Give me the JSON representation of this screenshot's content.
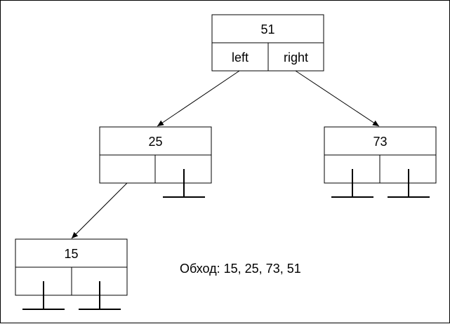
{
  "diagram": {
    "nodes": [
      {
        "id": "n51",
        "value": "51",
        "left_label": "left",
        "right_label": "right",
        "left_null": false,
        "right_null": false
      },
      {
        "id": "n25",
        "value": "25",
        "left_label": "",
        "right_label": "",
        "left_null": false,
        "right_null": true
      },
      {
        "id": "n73",
        "value": "73",
        "left_label": "",
        "right_label": "",
        "left_null": true,
        "right_null": true
      },
      {
        "id": "n15",
        "value": "15",
        "left_label": "",
        "right_label": "",
        "left_null": true,
        "right_null": true
      }
    ],
    "edges": [
      {
        "from": "n51",
        "side": "left",
        "to": "n25"
      },
      {
        "from": "n51",
        "side": "right",
        "to": "n73"
      },
      {
        "from": "n25",
        "side": "left",
        "to": "n15"
      }
    ],
    "traversal": "Обход: 15, 25, 73, 51"
  },
  "colors": {
    "stroke": "#000000",
    "background": "#ffffff"
  }
}
